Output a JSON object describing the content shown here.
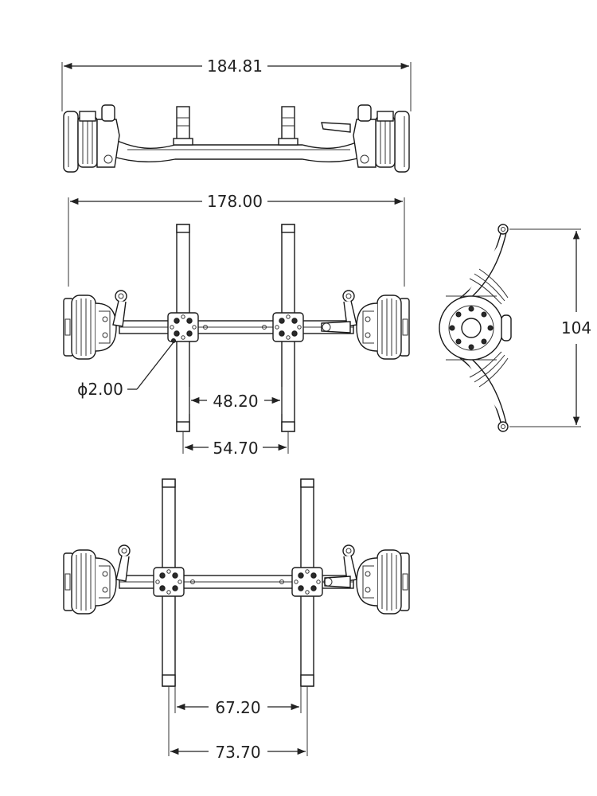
{
  "dimensions": {
    "overall_top": "184.81",
    "overall_front": "178.00",
    "side_height": "104",
    "hole_diameter": "ϕ2.00",
    "spring_inner": "48.20",
    "spring_outer": "54.70",
    "spring_inner_wide": "67.20",
    "spring_outer_wide": "73.70"
  }
}
